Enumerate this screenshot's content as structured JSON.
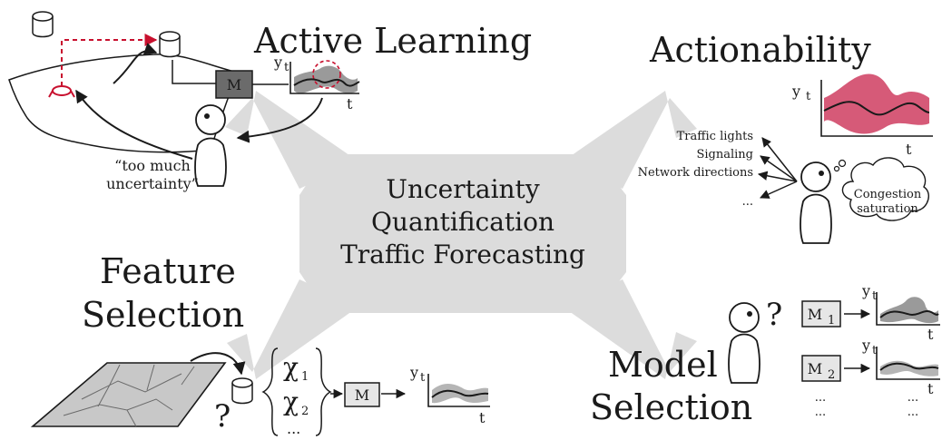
{
  "center": {
    "line1": "Uncertainty",
    "line2": "Quantification",
    "line3": "Traffic Forecasting"
  },
  "active_learning": {
    "title": "Active Learning",
    "model_label": "M",
    "axis_y": "y",
    "axis_y_sub": "t",
    "axis_x": "t",
    "quote_line1": "“too much",
    "quote_line2": "uncertainty”"
  },
  "actionability": {
    "title": "Actionability",
    "axis_y": "y",
    "axis_y_sub": "t",
    "axis_x": "t",
    "actions": [
      "Traffic lights",
      "Signaling",
      "Network directions",
      "..."
    ],
    "thought_line1": "Congestion",
    "thought_line2": "saturation"
  },
  "feature_selection": {
    "title_line1": "Feature",
    "title_line2": "Selection",
    "question": "?",
    "features": [
      {
        "symbol": "χ",
        "sub": "1"
      },
      {
        "symbol": "χ",
        "sub": "2"
      },
      {
        "symbol": "...",
        "sub": ""
      }
    ],
    "model_label": "M",
    "axis_y": "y",
    "axis_y_sub": "t",
    "axis_x": "t"
  },
  "model_selection": {
    "title_line1": "Model",
    "title_line2": "Selection",
    "question": "?",
    "models": [
      {
        "label": "M",
        "sub": "1"
      },
      {
        "label": "M",
        "sub": "2"
      }
    ],
    "ellipsis": "...",
    "axis_y": "y",
    "axis_y_sub": "t",
    "axis_x": "t"
  },
  "colors": {
    "arrow_gray": "#dcdcdc",
    "accent_red": "#c8102e",
    "band_pink": "#d65a78",
    "band_gray": "#9a9a9a",
    "model_box_dark": "#6b6b6b",
    "model_box_light": "#e6e6e6"
  }
}
